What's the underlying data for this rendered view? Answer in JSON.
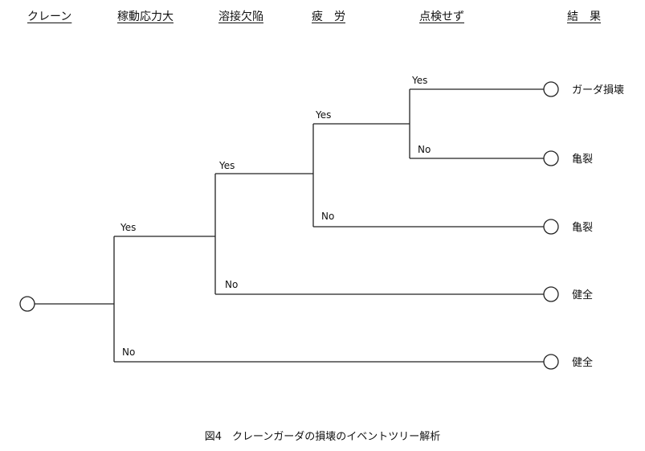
{
  "headers": {
    "crane": "クレーン",
    "stress": "稼動応力大",
    "weld_defect": "溶接欠陥",
    "fatigue": "疲　労",
    "no_inspection": "点検せず",
    "result": "結　果"
  },
  "branch_labels": {
    "yes": "Yes",
    "no": "No"
  },
  "outcomes": [
    "ガーダ損壊",
    "亀裂",
    "亀裂",
    "健全",
    "健全"
  ],
  "caption": "図4　クレーンガーダの損壊のイベントツリー解析"
}
